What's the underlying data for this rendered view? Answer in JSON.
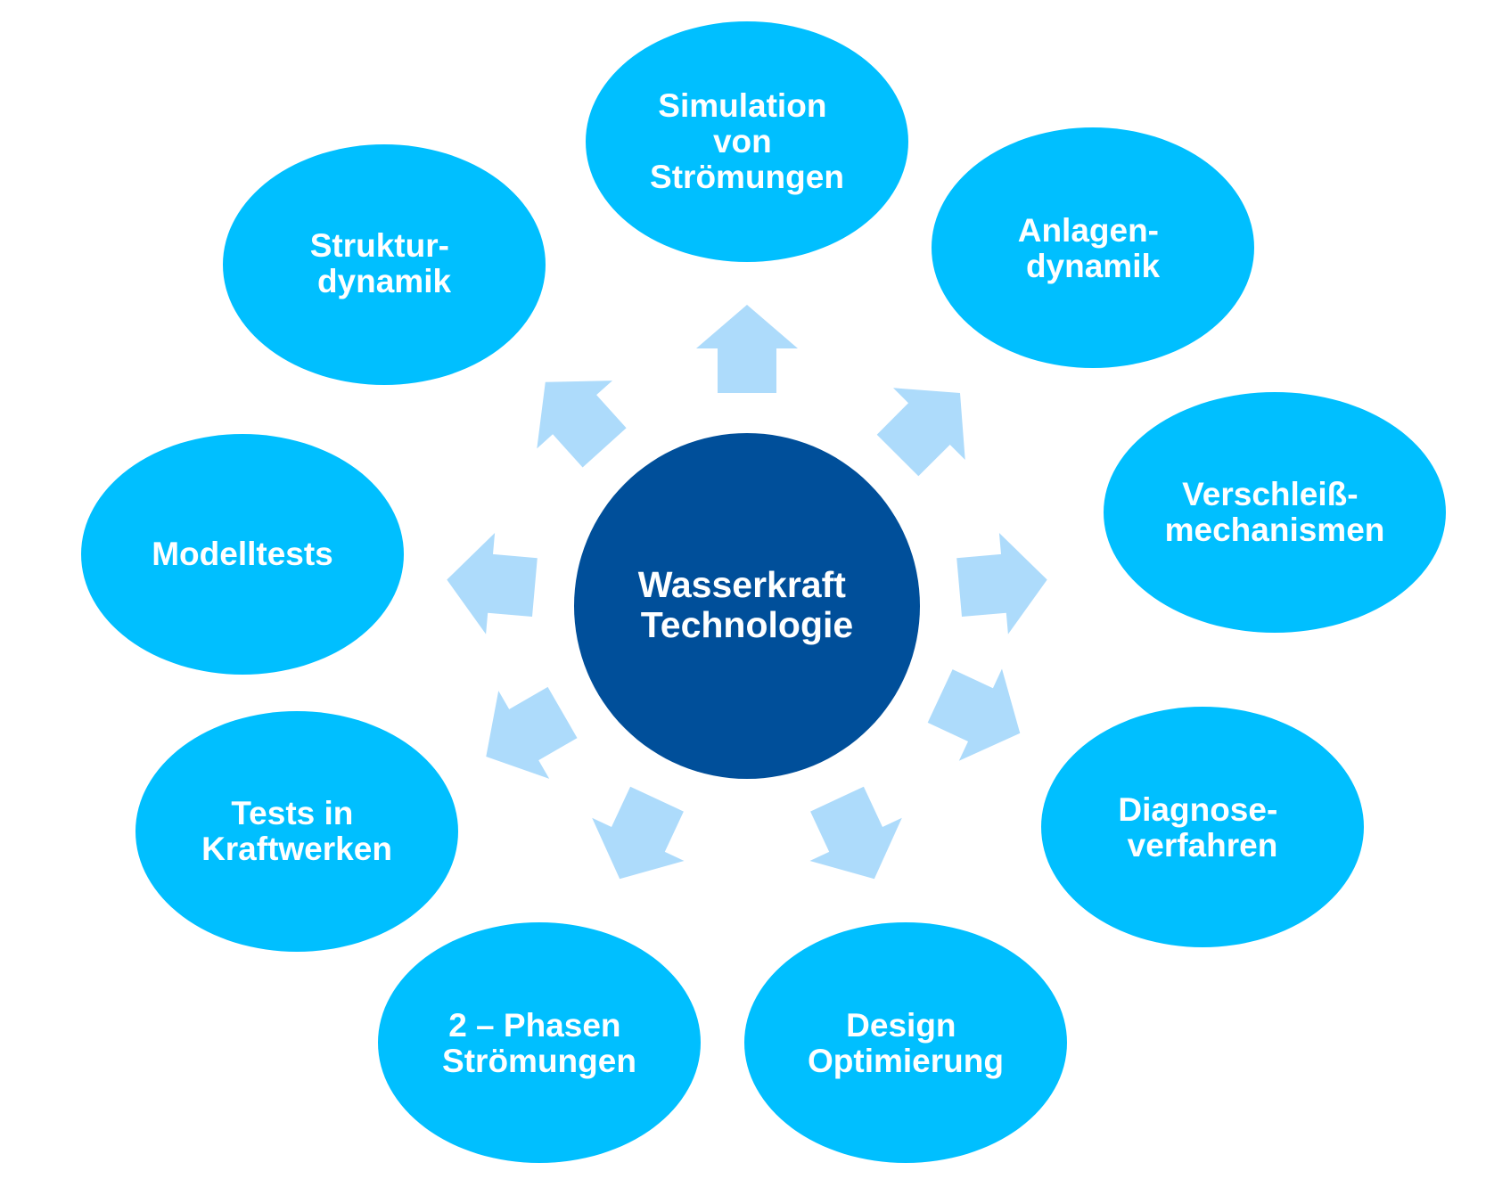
{
  "colors": {
    "node_fill": "#00BFFF",
    "center_fill": "#004F9A",
    "arrow_fill": "#ADDBFB",
    "text": "#FFFFFF"
  },
  "center": {
    "lines": [
      "Wasserkraft",
      "Technologie"
    ]
  },
  "nodes": [
    {
      "id": "simulation",
      "lines": [
        "Simulation",
        "von",
        "Strömungen"
      ]
    },
    {
      "id": "anlagendynamik",
      "lines": [
        "Anlagen-",
        "dynamik"
      ]
    },
    {
      "id": "verschleiss",
      "lines": [
        "Verschleiß-",
        "mechanismen"
      ]
    },
    {
      "id": "diagnose",
      "lines": [
        "Diagnose-",
        "verfahren"
      ]
    },
    {
      "id": "design",
      "lines": [
        "Design",
        "Optimierung"
      ]
    },
    {
      "id": "zweiphasen",
      "lines": [
        "2 – Phasen",
        "Strömungen"
      ]
    },
    {
      "id": "tests",
      "lines": [
        "Tests in",
        "Kraftwerken"
      ]
    },
    {
      "id": "modelltests",
      "lines": [
        "Modelltests"
      ]
    },
    {
      "id": "strukturdynamik",
      "lines": [
        "Struktur-",
        "dynamik"
      ]
    }
  ]
}
